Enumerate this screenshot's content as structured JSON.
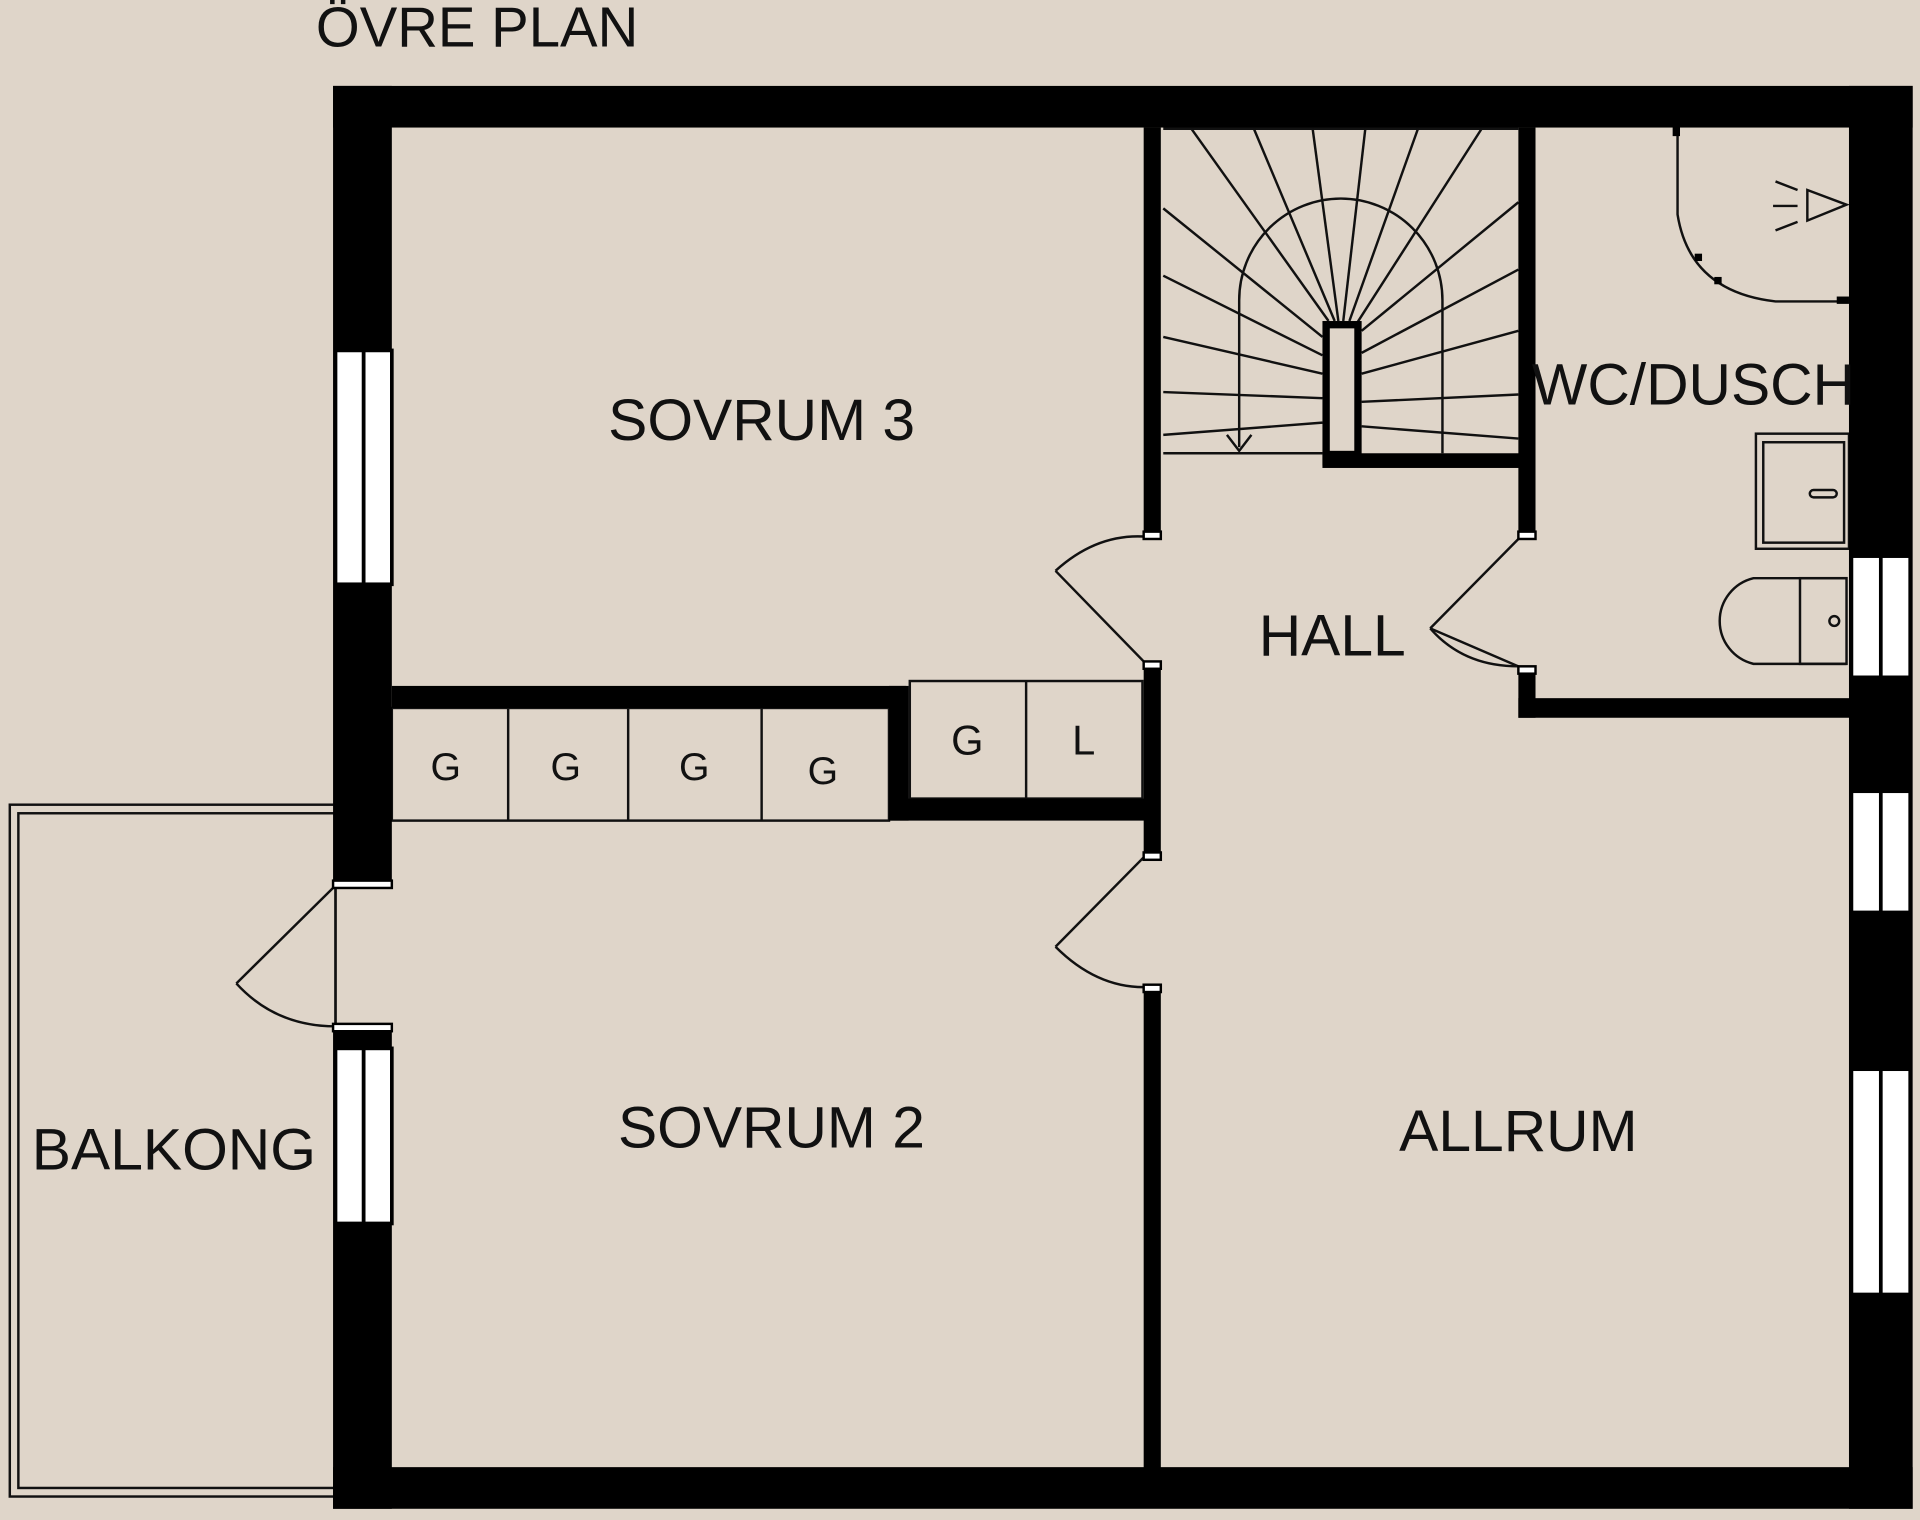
{
  "plan": {
    "title": "ÖVRE PLAN",
    "rooms": {
      "sovrum3": "SOVRUM 3",
      "sovrum2": "SOVRUM 2",
      "hall": "HALL",
      "wc_dusch": "WC/DUSCH",
      "allrum": "ALLRUM",
      "balkong": "BALKONG"
    },
    "cabinets": [
      "G",
      "G",
      "G",
      "G",
      "G",
      "L"
    ]
  },
  "colors": {
    "background": "#dfd5c9",
    "wall": "#000000",
    "line": "#111111",
    "window": "#ffffff"
  },
  "icons": [
    "door-swing-icon",
    "stair-arrow-icon",
    "shower-head-icon",
    "sink-icon",
    "toilet-icon"
  ]
}
